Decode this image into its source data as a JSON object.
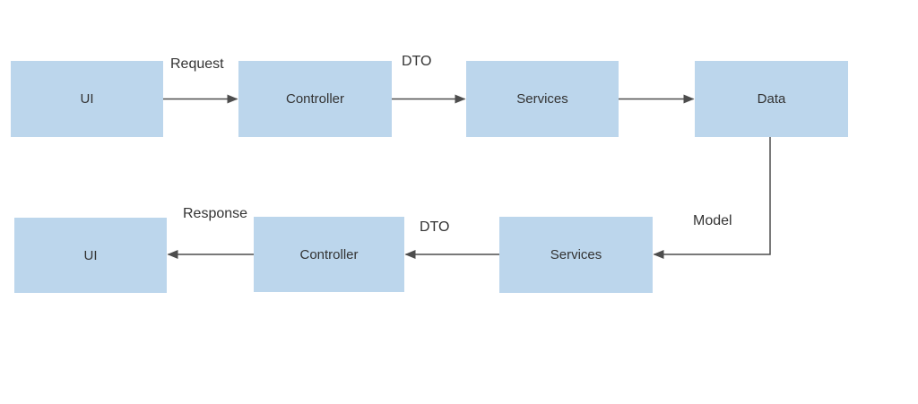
{
  "diagram": {
    "colors": {
      "background": "#ffffff",
      "box_fill": "#bcd6ec",
      "box_text": "#333333",
      "arrow": "#4d4d4d",
      "label_text": "#333333"
    },
    "boxes": [
      {
        "id": "ui-top",
        "label": "UI"
      },
      {
        "id": "controller-top",
        "label": "Controller"
      },
      {
        "id": "services-top",
        "label": "Services"
      },
      {
        "id": "data",
        "label": "Data"
      },
      {
        "id": "ui-bottom",
        "label": "UI"
      },
      {
        "id": "controller-bottom",
        "label": "Controller"
      },
      {
        "id": "services-bottom",
        "label": "Services"
      }
    ],
    "edges": [
      {
        "from": "ui-top",
        "to": "controller-top",
        "label": "Request"
      },
      {
        "from": "controller-top",
        "to": "services-top",
        "label": "DTO"
      },
      {
        "from": "services-top",
        "to": "data",
        "label": ""
      },
      {
        "from": "data",
        "to": "services-bottom",
        "label": "Model"
      },
      {
        "from": "services-bottom",
        "to": "controller-bottom",
        "label": "DTO"
      },
      {
        "from": "controller-bottom",
        "to": "ui-bottom",
        "label": "Response"
      }
    ]
  }
}
